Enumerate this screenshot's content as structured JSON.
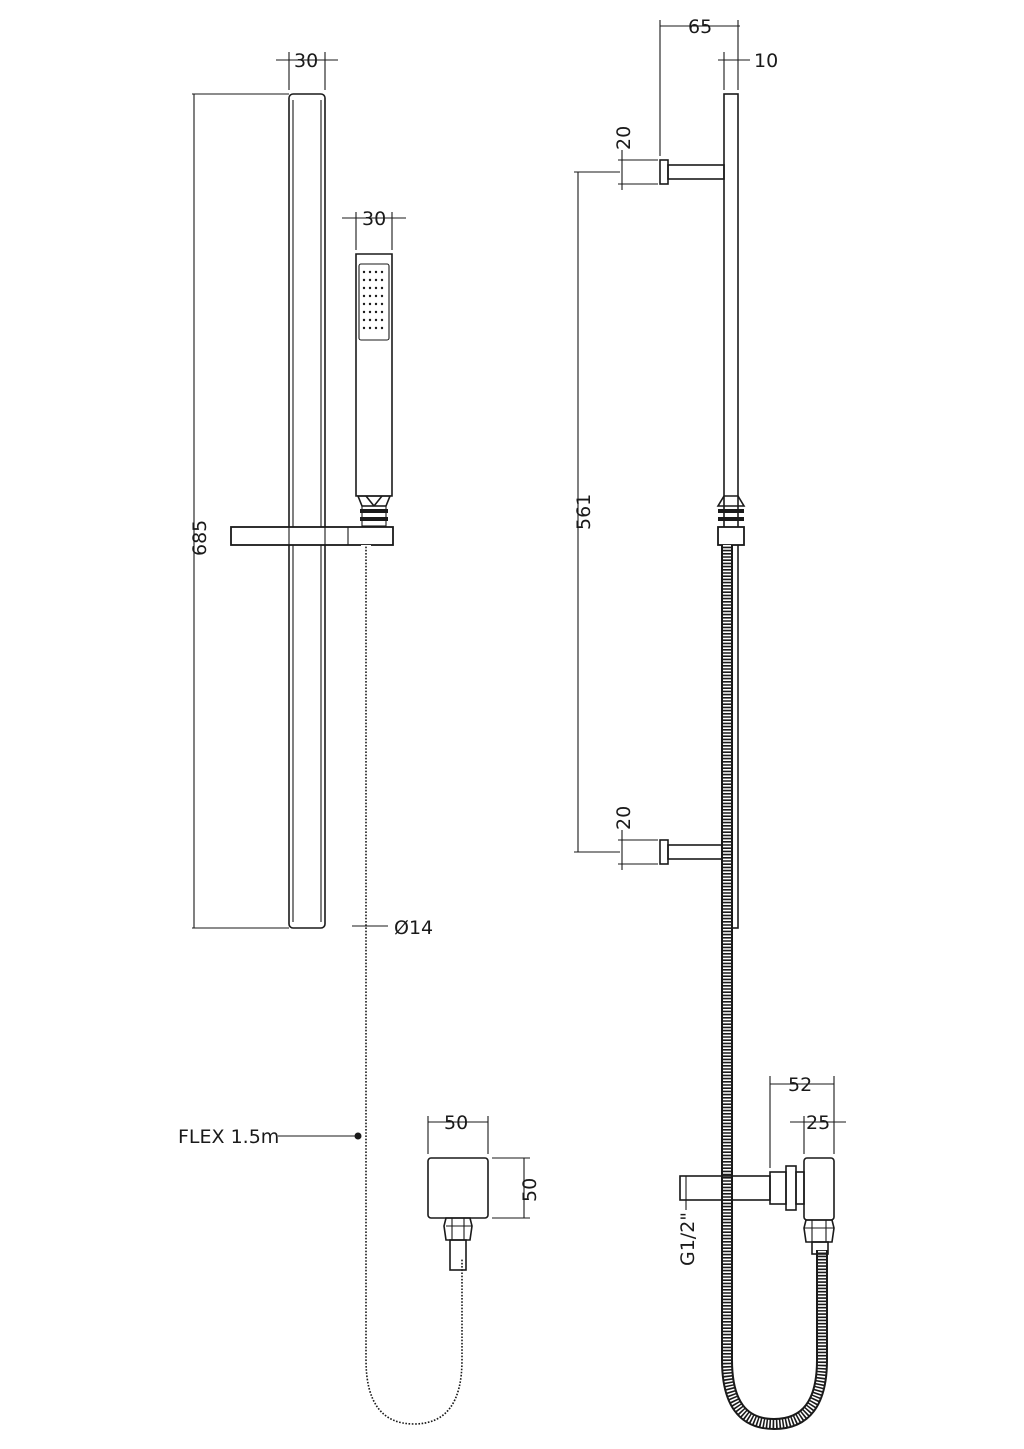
{
  "front_view": {
    "rail_width": "30",
    "rail_height": "685",
    "handset_width": "30",
    "hose_diameter": "Ø14",
    "flex_label": "FLEX 1.5m",
    "outlet_width": "50",
    "outlet_height": "50"
  },
  "side_view": {
    "projection": "65",
    "rail_depth": "10",
    "bracket_top": "20",
    "bracket_bottom": "20",
    "bracket_spacing": "561",
    "outlet_projection": "52",
    "outlet_depth": "25",
    "thread": "G1/2\""
  }
}
